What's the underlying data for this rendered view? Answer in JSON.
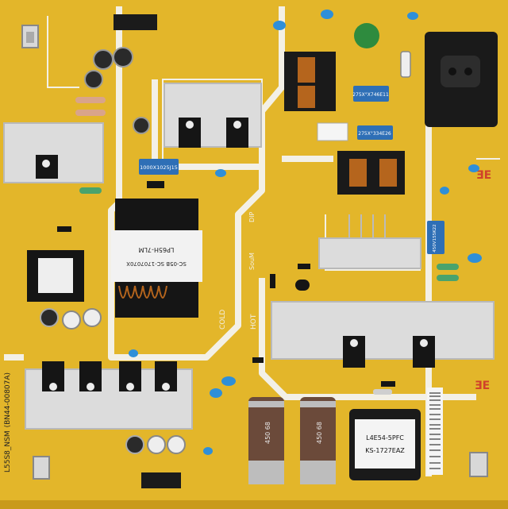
{
  "colors": {
    "board": "#e3b62a",
    "board_edge": "#c99a1a",
    "silk": "#f3f0e6",
    "heatsink": "#dcdcdc",
    "heatsink_shade": "#b9b9b9",
    "black": "#151515",
    "cap_blue": "#2f8fd8",
    "film_cap": "#2e6fb6",
    "copper": "#b5651d",
    "green": "#2e8b3e",
    "elcap_brown": "#6b4a3a"
  },
  "labels": {
    "transformer_top": "LP65H-7LM",
    "transformer_bottom": "SC-05B SC-1707070X",
    "cap_1000uf": "1000X1025J15",
    "film_top": "275X°X746E11",
    "film_mid": "275X°334E26",
    "film_right": "450V155K22",
    "elcap_left": "450 68",
    "elcap_right": "450 68",
    "pfc_coil_line1": "L4E54-5PFC",
    "pfc_coil_line2": "KS-1727EAZ",
    "cold": "COLD",
    "hot": "HOT",
    "board_model": "L55S8_NSM",
    "board_code": "(BN44-00807A)",
    "corner_e": "ƎE",
    "samsung_mark": "SouM",
    "dip": "DIP"
  }
}
